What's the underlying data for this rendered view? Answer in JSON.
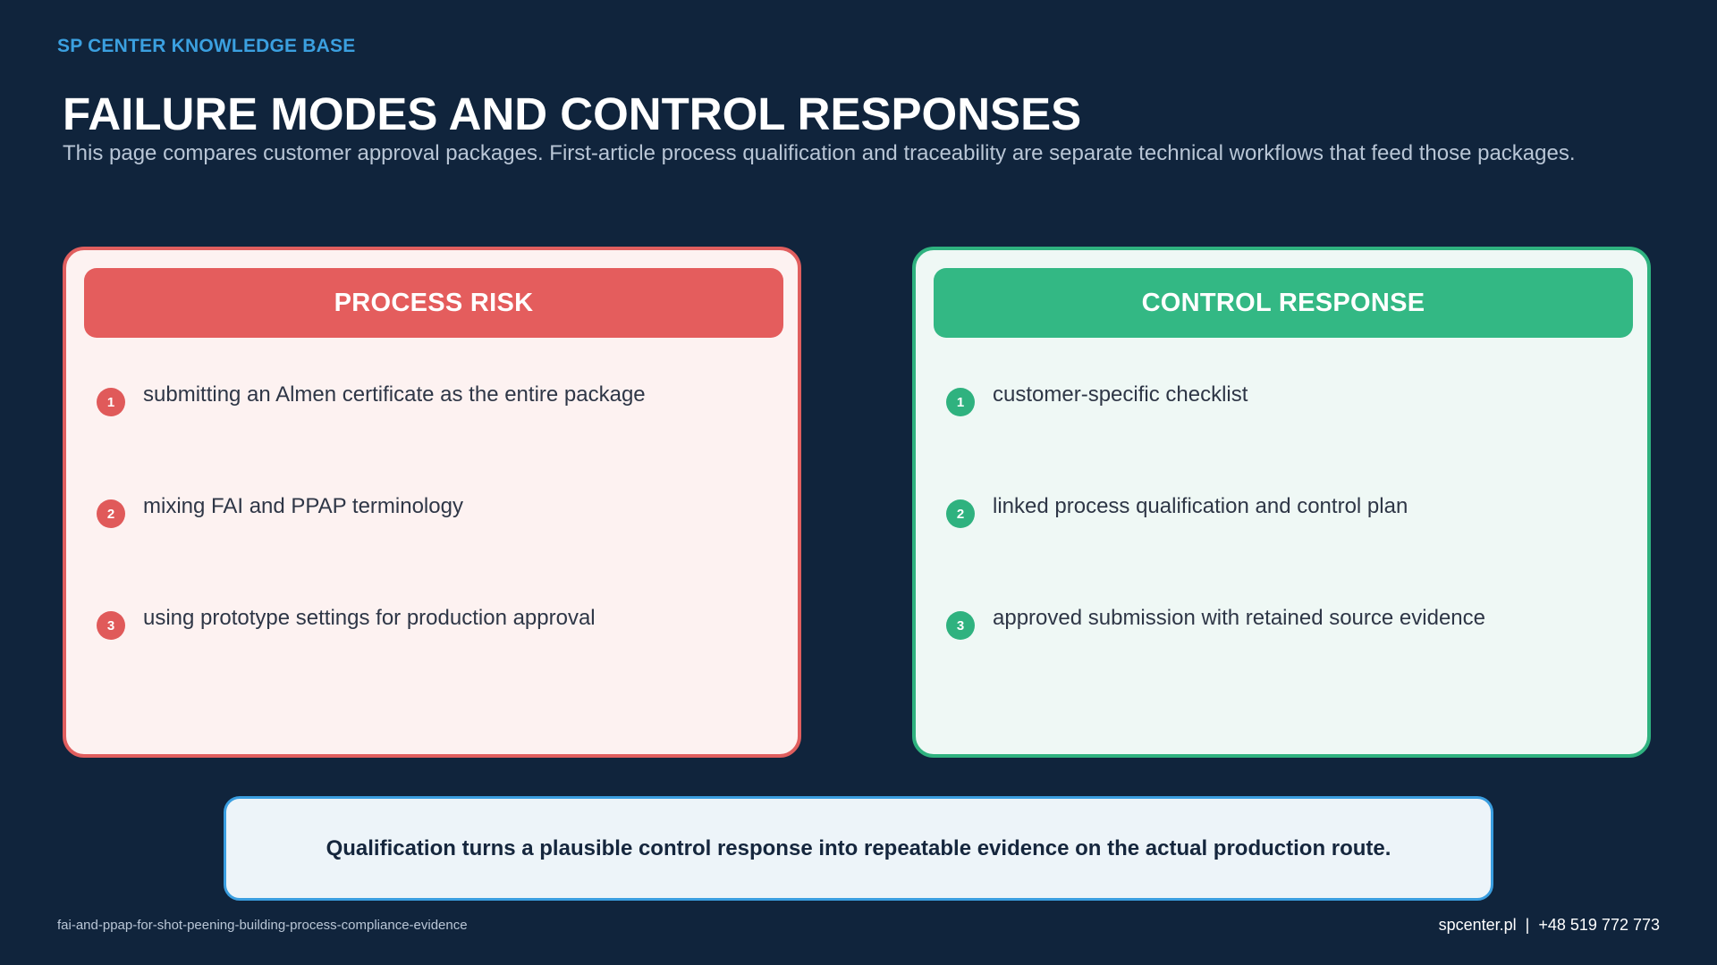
{
  "header": {
    "kicker": "SP CENTER KNOWLEDGE BASE",
    "title": "FAILURE MODES AND CONTROL RESPONSES",
    "subtitle": "This page compares customer approval packages. First-article process qualification and traceability are separate technical workflows that feed those packages."
  },
  "panels": {
    "risk": {
      "heading": "PROCESS RISK",
      "color": "#e45d5d",
      "items": [
        {
          "num": "1",
          "text": "submitting an Almen certificate as the entire package"
        },
        {
          "num": "2",
          "text": "mixing FAI and PPAP terminology"
        },
        {
          "num": "3",
          "text": "using prototype settings for production approval"
        }
      ]
    },
    "control": {
      "heading": "CONTROL RESPONSE",
      "color": "#33b884",
      "items": [
        {
          "num": "1",
          "text": "customer-specific checklist"
        },
        {
          "num": "2",
          "text": "linked process qualification and control plan"
        },
        {
          "num": "3",
          "text": "approved submission with retained source evidence"
        }
      ]
    }
  },
  "summary": {
    "text": "Qualification turns a plausible control response into repeatable evidence on the actual production route."
  },
  "footer": {
    "slug": "fai-and-ppap-for-shot-peening-building-process-compliance-evidence",
    "website": "spcenter.pl",
    "separator": "|",
    "phone": "+48 519 772 773"
  },
  "colors": {
    "background": "#10243c",
    "accent": "#3ba0e0",
    "risk": "#e45d5d",
    "control": "#33b884"
  }
}
